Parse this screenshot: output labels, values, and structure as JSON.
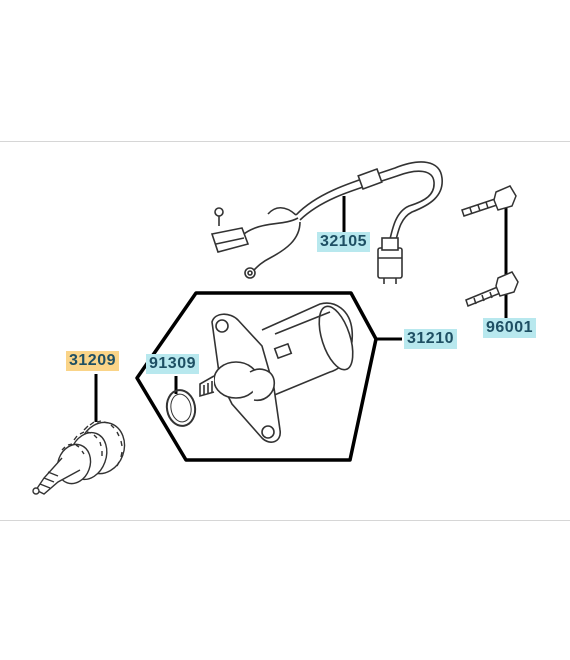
{
  "parts": [
    {
      "id": "starter-clutch",
      "number": "31209",
      "highlight": "#fad488"
    },
    {
      "id": "o-ring",
      "number": "91309",
      "highlight": "#b8e8ee"
    },
    {
      "id": "starter-motor",
      "number": "31210",
      "highlight": "#b8e8ee"
    },
    {
      "id": "wire-harness",
      "number": "32105",
      "highlight": "#b8e8ee"
    },
    {
      "id": "bolt",
      "number": "96001",
      "highlight": "#b8e8ee"
    }
  ],
  "colors": {
    "line": "#000000",
    "drawing": "#333333",
    "label_text": "#1e4f63",
    "frame_rule": "#d6d6d6"
  }
}
